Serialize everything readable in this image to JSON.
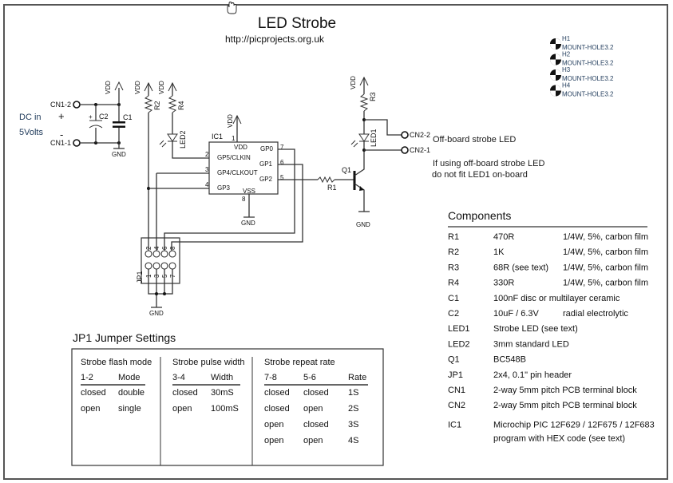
{
  "title": "LED Strobe",
  "url": "http://picprojects.org.uk",
  "cursor_icon": "hand-cursor",
  "power": {
    "label_line1": "DC in",
    "label_line2": "5Volts",
    "plus": "+",
    "minus": "-",
    "cn1_2": "CN1-2",
    "cn1_1": "CN1-1"
  },
  "rails": {
    "vdd": "VDD",
    "gnd": "GND"
  },
  "parts": {
    "c1": "C1",
    "c2": "C2",
    "c2_polarity": "+",
    "r1": "R1",
    "r2": "R2",
    "r3": "R3",
    "r4": "R4",
    "led1": "LED1",
    "led2": "LED2",
    "q1": "Q1",
    "jp1": "JP1",
    "cn2_2": "CN2-2",
    "cn2_1": "CN2-1"
  },
  "ic1": {
    "ref": "IC1",
    "pins": {
      "vdd": "VDD",
      "vss": "VSS",
      "gp5": "GP5/CLKIN",
      "gp4": "GP4/CLKOUT",
      "gp3": "GP3",
      "gp0": "GP0",
      "gp1": "GP1",
      "gp2": "GP2"
    },
    "pin_numbers": {
      "p1": "1",
      "p2": "2",
      "p3": "3",
      "p4": "4",
      "p5": "5",
      "p6": "6",
      "p7": "7",
      "p8": "8"
    }
  },
  "jp1_pins": {
    "top": [
      "2",
      "4",
      "6",
      "8"
    ],
    "bottom": [
      "1",
      "3",
      "5",
      "7"
    ]
  },
  "notes": {
    "offboard": "Off-board strobe LED",
    "warn_line1": "If using off-board strobe LED",
    "warn_line2": "do not fit LED1 on-board"
  },
  "mount_holes": [
    {
      "ref": "H1",
      "value": "MOUNT-HOLE3.2"
    },
    {
      "ref": "H2",
      "value": "MOUNT-HOLE3.2"
    },
    {
      "ref": "H3",
      "value": "MOUNT-HOLE3.2"
    },
    {
      "ref": "H4",
      "value": "MOUNT-HOLE3.2"
    }
  ],
  "jumper_settings": {
    "title": "JP1 Jumper Settings",
    "flash_mode": {
      "title": "Strobe flash mode",
      "headers": [
        "1-2",
        "Mode"
      ],
      "rows": [
        [
          "closed",
          "double"
        ],
        [
          "open",
          "single"
        ]
      ]
    },
    "pulse_width": {
      "title": "Strobe pulse width",
      "headers": [
        "3-4",
        "Width"
      ],
      "rows": [
        [
          "closed",
          "30mS"
        ],
        [
          "open",
          "100mS"
        ]
      ]
    },
    "repeat_rate": {
      "title": "Strobe repeat rate",
      "headers": [
        "7-8",
        "5-6",
        "Rate"
      ],
      "rows": [
        [
          "closed",
          "closed",
          "1S"
        ],
        [
          "closed",
          "open",
          "2S"
        ],
        [
          "open",
          "closed",
          "3S"
        ],
        [
          "open",
          "open",
          "4S"
        ]
      ]
    }
  },
  "components": {
    "title": "Components",
    "rows": [
      {
        "ref": "R1",
        "value": "470R",
        "desc": "1/4W, 5%, carbon film"
      },
      {
        "ref": "R2",
        "value": "1K",
        "desc": "1/4W, 5%, carbon film"
      },
      {
        "ref": "R3",
        "value": "68R (see text)",
        "desc": "1/4W, 5%, carbon film"
      },
      {
        "ref": "R4",
        "value": "330R",
        "desc": "1/4W, 5%, carbon film"
      },
      {
        "ref": "C1",
        "value": "100nF  disc or multilayer ceramic",
        "desc": ""
      },
      {
        "ref": "C2",
        "value": "10uF / 6.3V",
        "desc": "radial electrolytic"
      },
      {
        "ref": "LED1",
        "value": "Strobe LED (see text)",
        "desc": ""
      },
      {
        "ref": "LED2",
        "value": "3mm standard LED",
        "desc": ""
      },
      {
        "ref": "Q1",
        "value": "BC548B",
        "desc": ""
      },
      {
        "ref": "JP1",
        "value": " 2x4, 0.1\" pin header",
        "desc": ""
      },
      {
        "ref": "CN1",
        "value": "2-way  5mm pitch PCB terminal block",
        "desc": ""
      },
      {
        "ref": "CN2",
        "value": "2-way  5mm pitch PCB terminal block",
        "desc": ""
      },
      {
        "ref": "IC1",
        "value": "Microchip PIC 12F629 / 12F675 / 12F683",
        "desc": ""
      },
      {
        "ref": "",
        "value": "program with HEX code (see text)",
        "desc": ""
      }
    ]
  },
  "colors": {
    "wire": "#333333",
    "frame": "#555555",
    "text": "#111111"
  }
}
